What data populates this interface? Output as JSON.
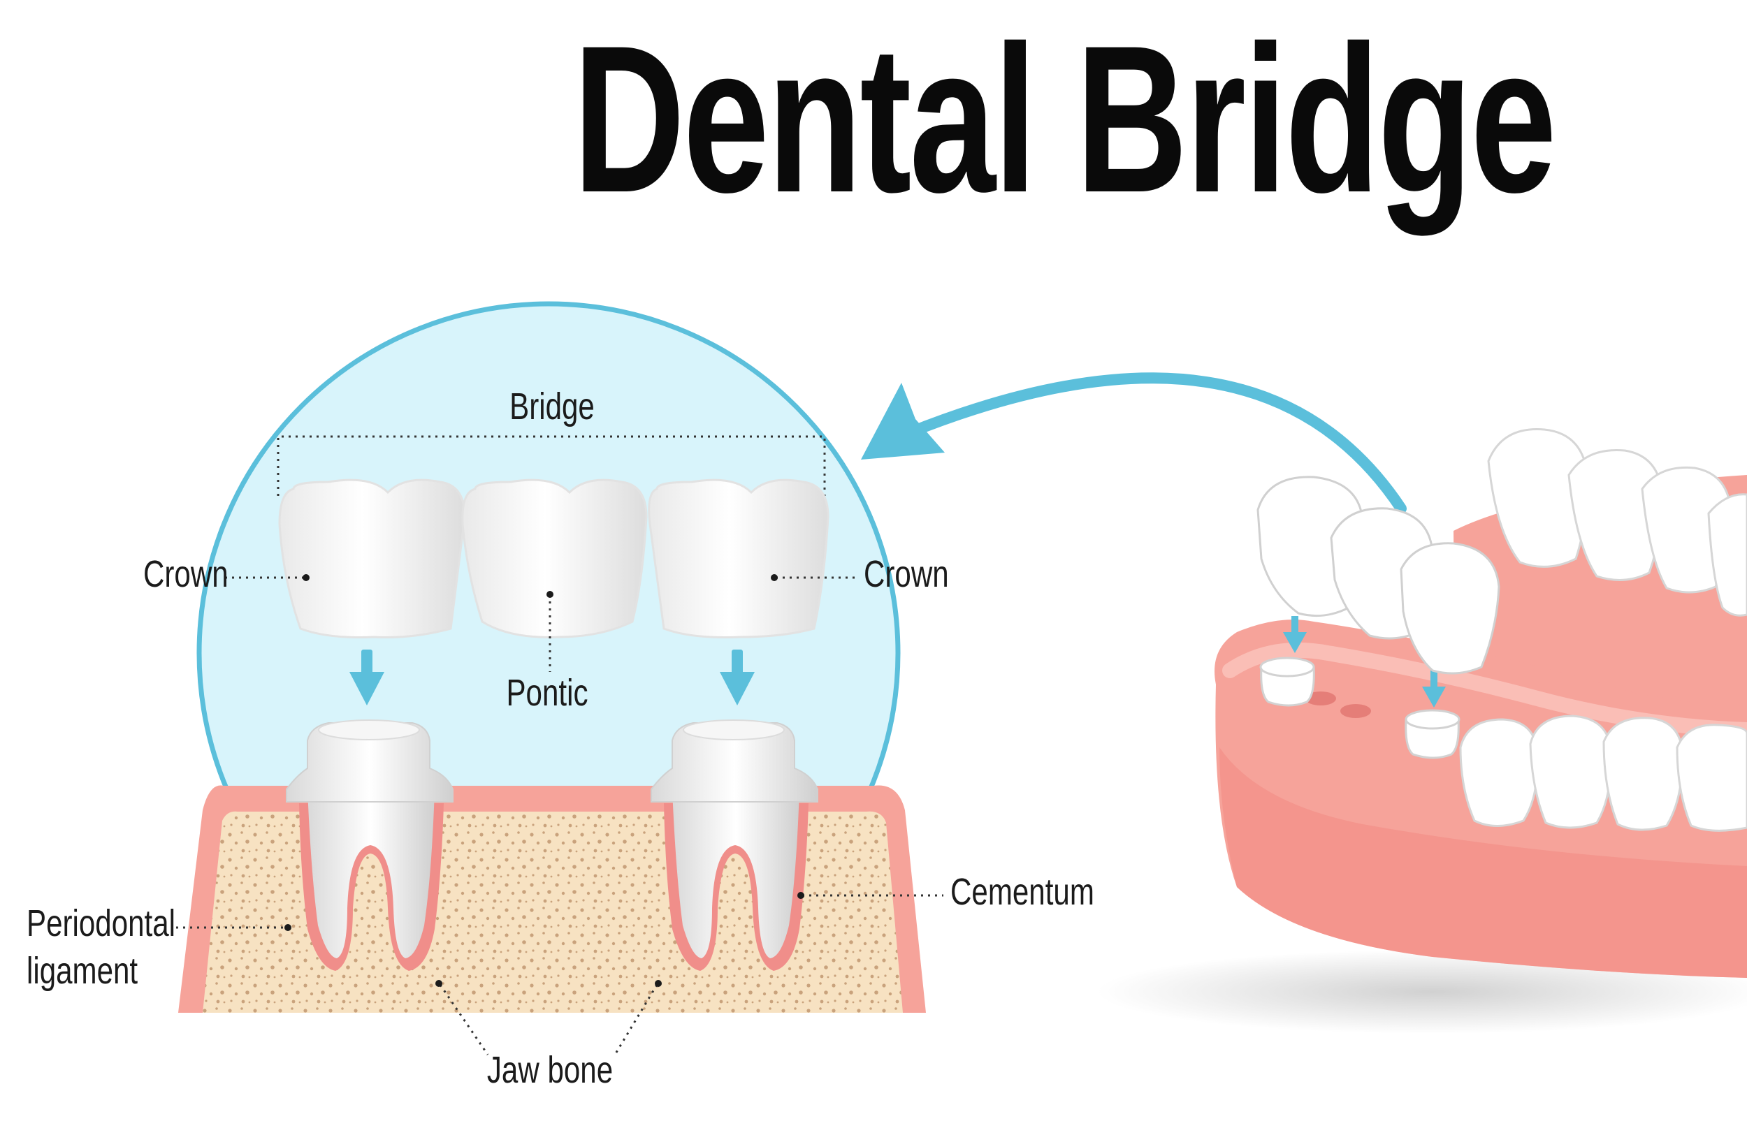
{
  "title": "Dental Bridge",
  "labels": {
    "bridge": "Bridge",
    "crown_left": "Crown",
    "crown_right": "Crown",
    "pontic": "Pontic",
    "cementum": "Cementum",
    "periodontal_line1": "Periodontal",
    "periodontal_line2": "ligament",
    "jaw_bone": "Jaw bone"
  },
  "colors": {
    "circle_fill": "#d8f4fb",
    "circle_stroke": "#5bbfdb",
    "arrow": "#5bbfdb",
    "gum": "#f6a39a",
    "gum_light": "#fbc4bd",
    "bone": "#f7e2c2",
    "bone_dots": "#c9a27c",
    "tooth": "#ffffff",
    "tooth_shade": "#dcdcdc"
  }
}
